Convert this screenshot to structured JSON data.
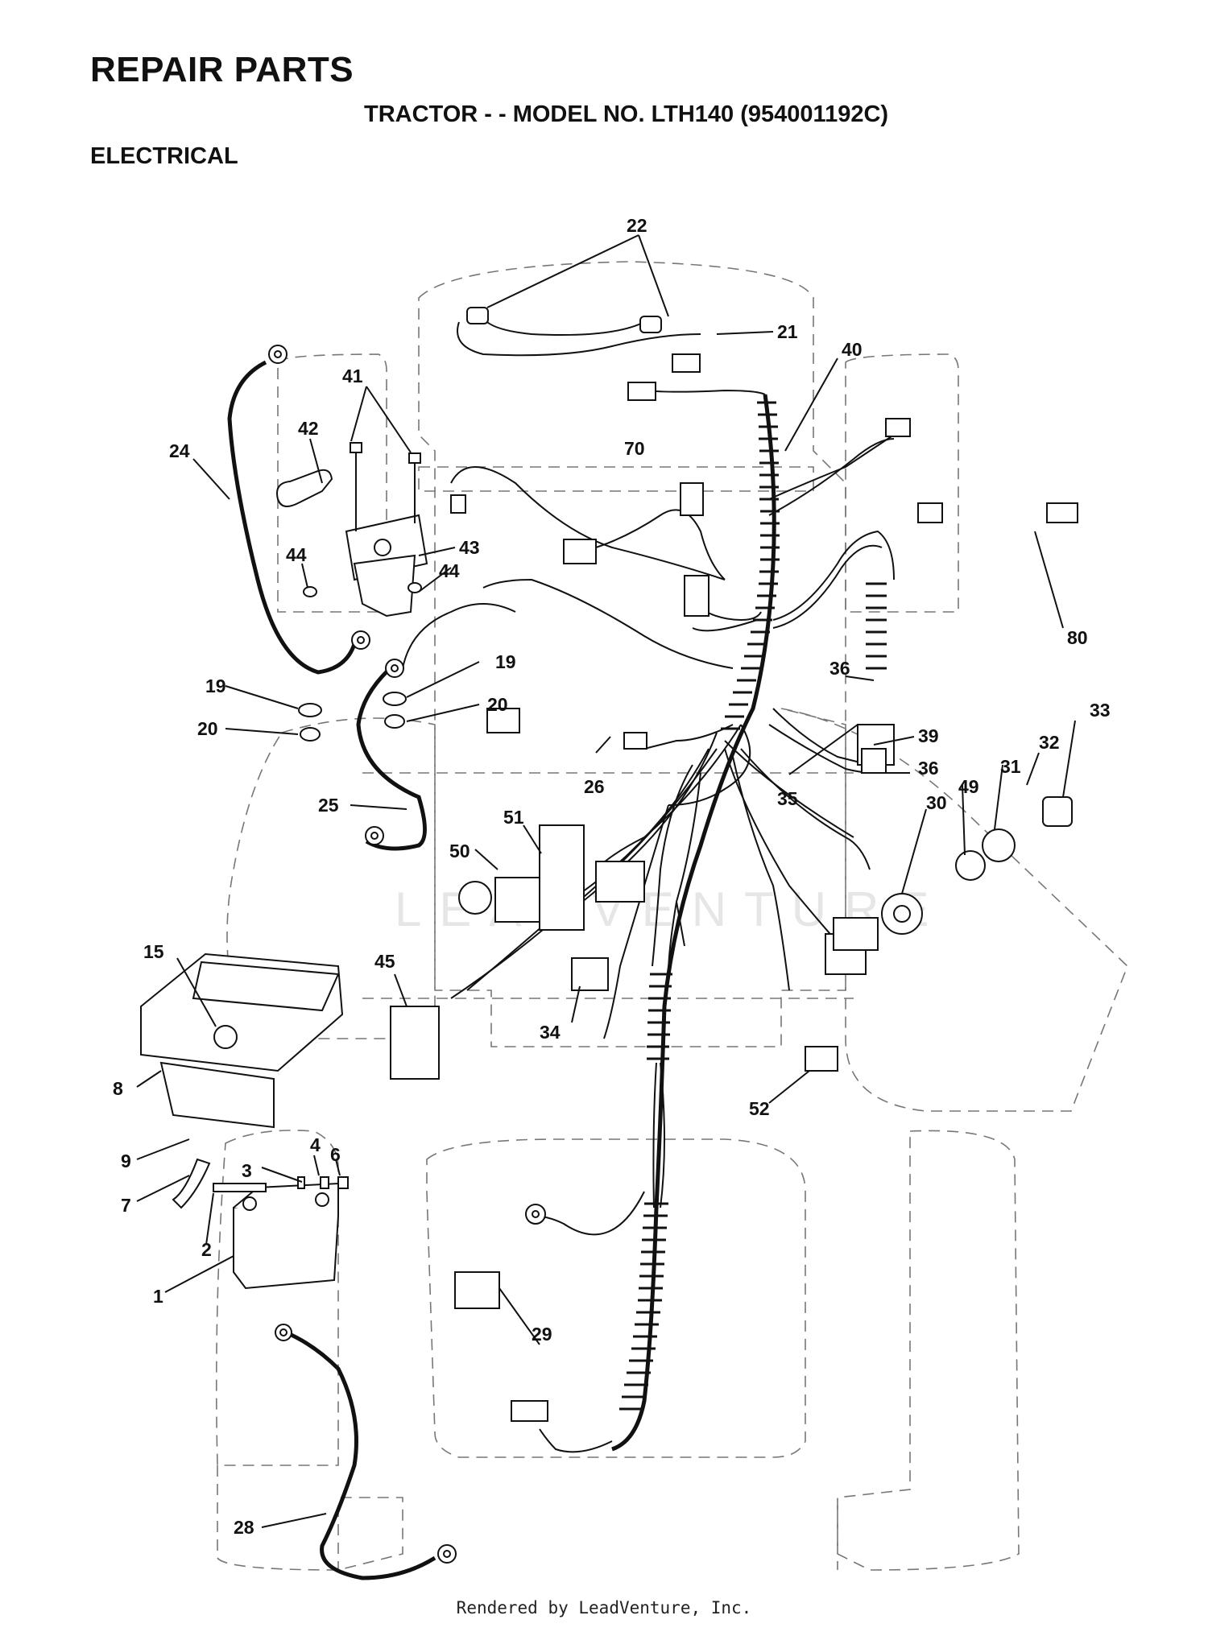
{
  "header": {
    "title": "REPAIR PARTS",
    "model": "TRACTOR - - MODEL NO. LTH140 (954001192C)",
    "section": "ELECTRICAL"
  },
  "watermark": "LEADVENTURE",
  "footer": "Rendered by LeadVenture, Inc.",
  "callouts": [
    "1",
    "2",
    "3",
    "4",
    "6",
    "7",
    "8",
    "9",
    "15",
    "19",
    "19",
    "20",
    "20",
    "21",
    "22",
    "24",
    "25",
    "26",
    "28",
    "29",
    "30",
    "31",
    "32",
    "33",
    "34",
    "35",
    "36",
    "36",
    "39",
    "40",
    "41",
    "42",
    "43",
    "44",
    "44",
    "45",
    "49",
    "50",
    "51",
    "52",
    "70",
    "80"
  ]
}
